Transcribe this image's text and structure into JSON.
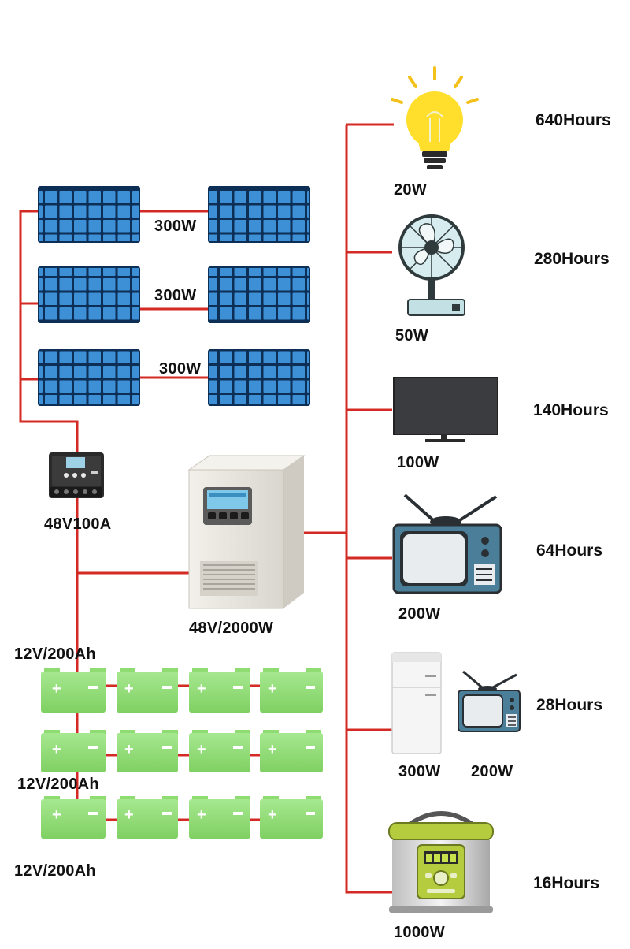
{
  "colors": {
    "wire": "#d42a26",
    "panel_cell": "#3d8fd6",
    "battery": "#8fdc72",
    "inverter": "#e6e3dc"
  },
  "solar": {
    "rows": [
      {
        "label": "300W"
      },
      {
        "label": "300W"
      },
      {
        "label": "300W"
      }
    ]
  },
  "controller": {
    "label": "48V100A"
  },
  "inverter": {
    "label": "48V/2000W"
  },
  "batteries": {
    "labels": [
      "12V/200Ah",
      "12V/200Ah",
      "12V/200Ah"
    ]
  },
  "loads": [
    {
      "icon": "light-bulb-icon",
      "watt": "20W",
      "hours": "640Hours"
    },
    {
      "icon": "fan-icon",
      "watt": "50W",
      "hours": "280Hours"
    },
    {
      "icon": "flat-tv-icon",
      "watt": "100W",
      "hours": "140Hours"
    },
    {
      "icon": "crt-tv-icon",
      "watt": "200W",
      "hours": "64Hours"
    },
    {
      "icon": "fridge-icon",
      "watt": "300W",
      "watt2": "200W",
      "hours": "28Hours"
    },
    {
      "icon": "rice-cooker-icon",
      "watt": "1000W",
      "hours": "16Hours"
    }
  ]
}
